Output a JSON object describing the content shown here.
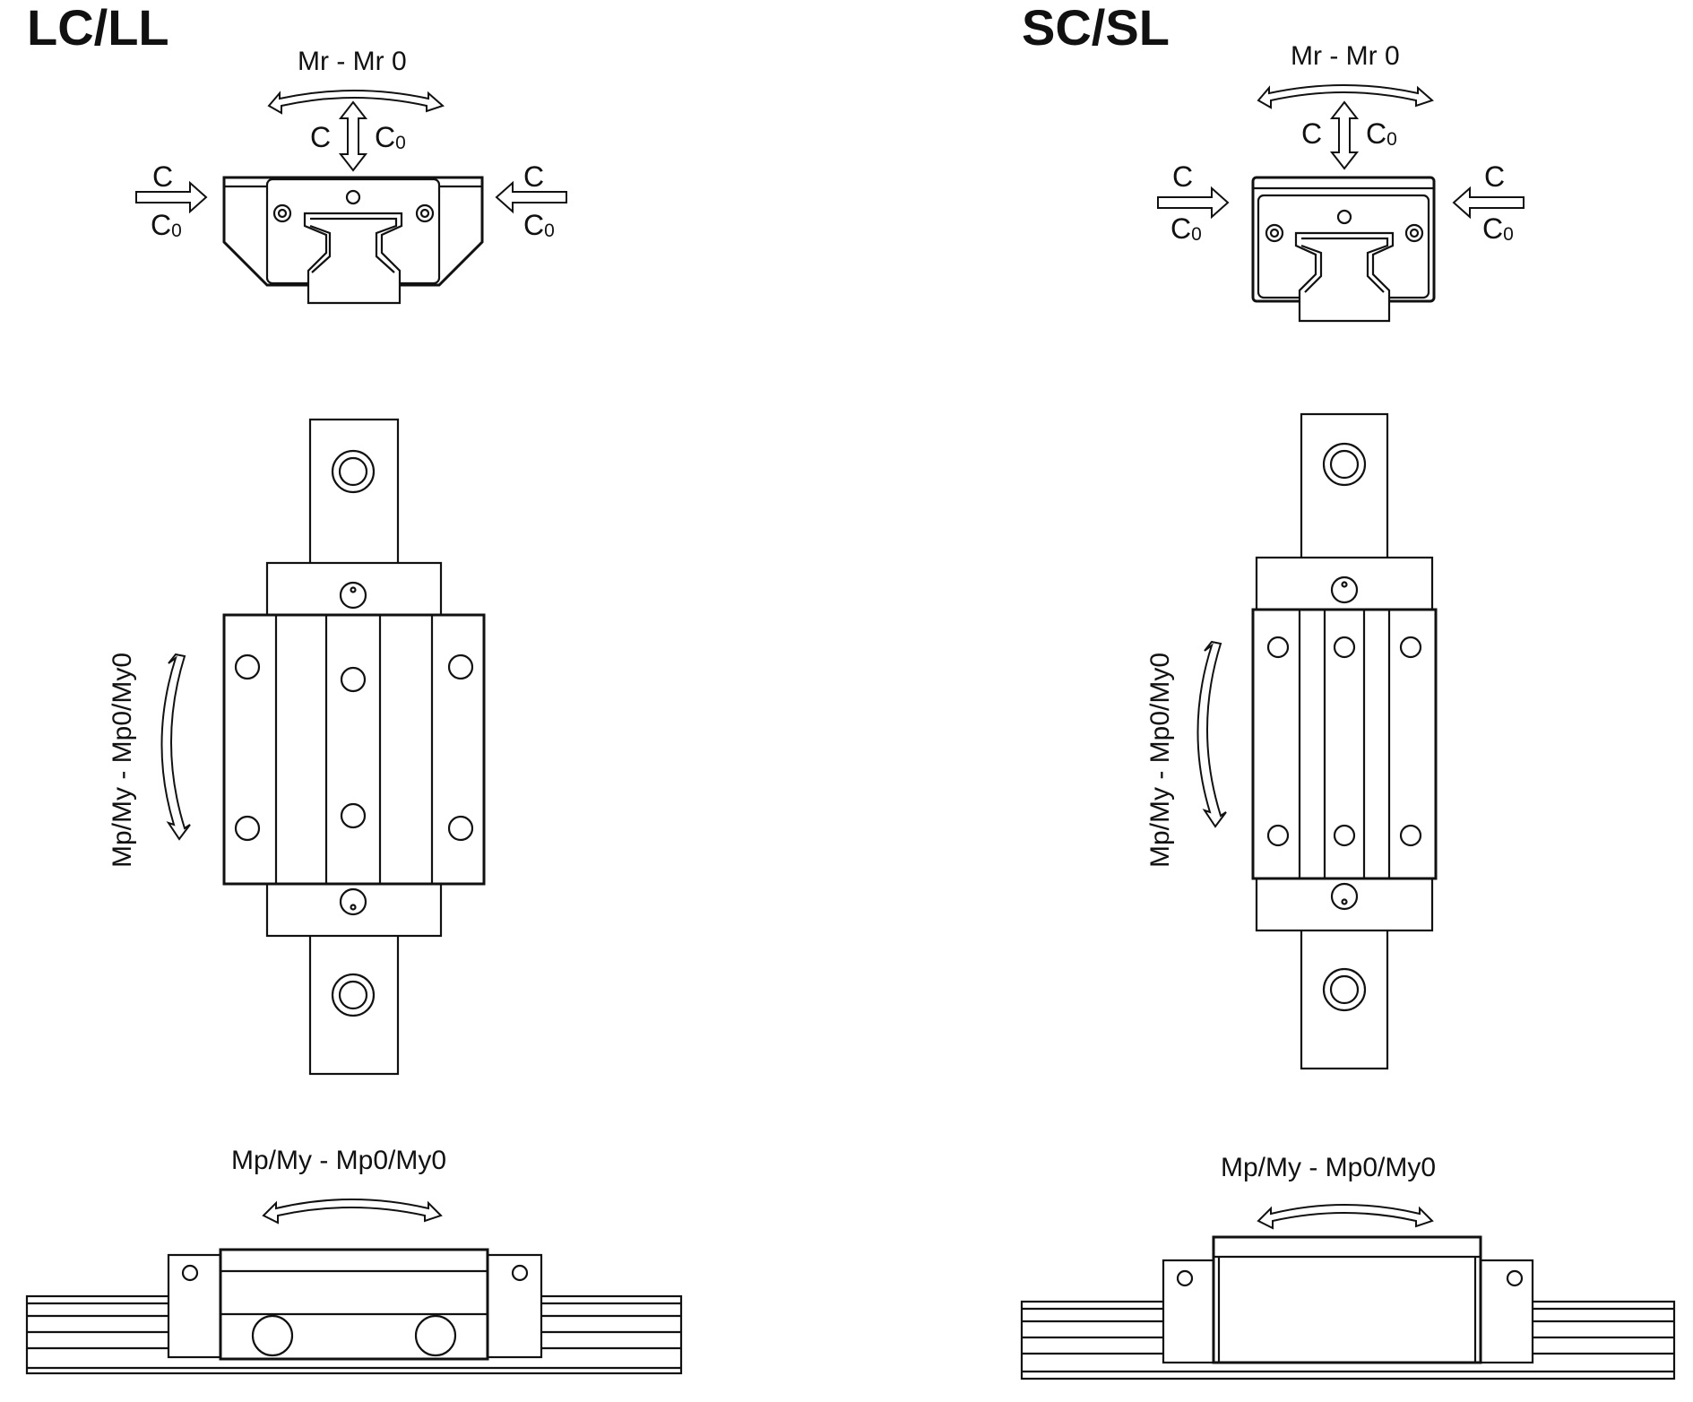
{
  "figure": {
    "left_title": "LC/LL",
    "right_title": "SC/SL",
    "labels": {
      "roll": "Mr - Mr 0",
      "pitch_yaw": "Mp/My - Mp0/My0",
      "load": "C",
      "load_sub_base": "C",
      "load_sub_index": "0"
    }
  },
  "colors": {
    "line": "#111111",
    "background": "#ffffff"
  }
}
